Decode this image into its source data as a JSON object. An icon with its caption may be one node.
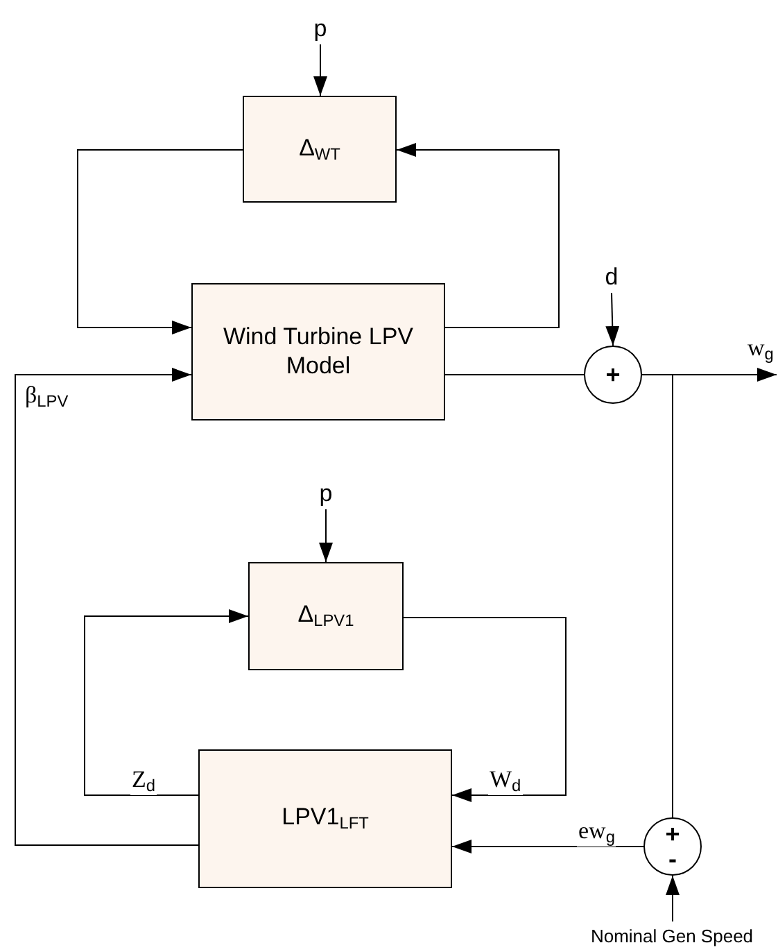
{
  "diagram": {
    "nodes": [
      {
        "text": [
          "p"
        ]
      },
      {
        "text": [
          "Δ$_{WT}$"
        ]
      },
      {
        "text": [
          "Wind Turbine LPV Model"
        ]
      },
      {
        "text": [
          "d"
        ]
      },
      {
        "text": [
          "+"
        ]
      },
      {
        "text": [
          "p"
        ]
      },
      {
        "text": [
          "Δ$_{LPV1}$"
        ]
      },
      {
        "text": [
          "LPV1$_{LFT}$"
        ]
      },
      {
        "text": [
          "+",
          "-"
        ]
      },
      {
        "text": [
          "Nominal Gen Speed"
        ]
      }
    ],
    "edges": [
      {
        "from": 0,
        "to": 1,
        "arrow": "to"
      },
      {
        "from": 1,
        "to": 2,
        "arrow": "to"
      },
      {
        "from": 2,
        "to": 1,
        "arrow": "to"
      },
      {
        "from": 2,
        "to": 4,
        "arrow": "none"
      },
      {
        "from": 3,
        "to": 4,
        "arrow": "to"
      },
      {
        "from": 4,
        "to": null,
        "arrow": "to",
        "label": "w$_{g}$"
      },
      {
        "from": 4,
        "to": 8,
        "arrow": "none"
      },
      {
        "from": 5,
        "to": 6,
        "arrow": "to"
      },
      {
        "from": 7,
        "to": 6,
        "arrow": "to",
        "label": "Z$_{d}$"
      },
      {
        "from": 6,
        "to": 7,
        "arrow": "to",
        "label": "W$_{d}$"
      },
      {
        "from": 7,
        "to": 2,
        "arrow": "to",
        "label": "β$_{LPV}$"
      },
      {
        "from": 8,
        "to": 7,
        "arrow": "to",
        "label": "ew$_{g}$"
      },
      {
        "from": 9,
        "to": 8,
        "arrow": "to"
      }
    ]
  }
}
